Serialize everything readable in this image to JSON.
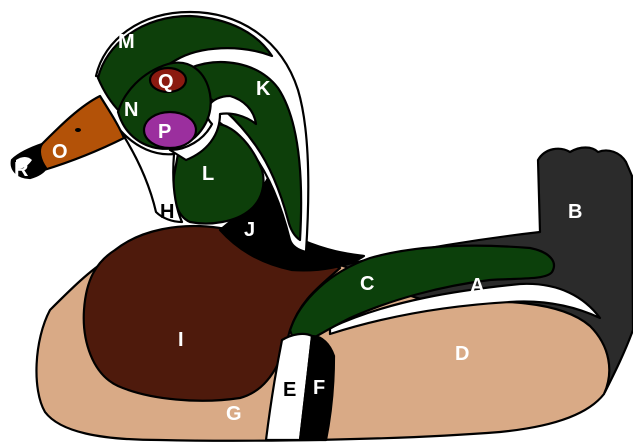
{
  "diagram": {
    "colors": {
      "tail_black": "#2b2b2b",
      "body_tan": "#d9aa86",
      "breast_brown": "#4e1a0c",
      "head_green": "#0d3f0a",
      "side_green": "#0c400b",
      "bill_orange": "#b35208",
      "eye_red": "#8b1a10",
      "cheek_purple": "#9b2f9e",
      "black": "#000000",
      "white": "#ffffff"
    },
    "labels": {
      "A": "A",
      "B": "B",
      "C": "C",
      "D": "D",
      "E": "E",
      "F": "F",
      "G": "G",
      "H": "H",
      "I": "I",
      "J": "J",
      "K": "K",
      "L": "L",
      "M": "M",
      "N": "N",
      "O": "O",
      "P": "P",
      "Q": "Q",
      "R": "R"
    }
  }
}
